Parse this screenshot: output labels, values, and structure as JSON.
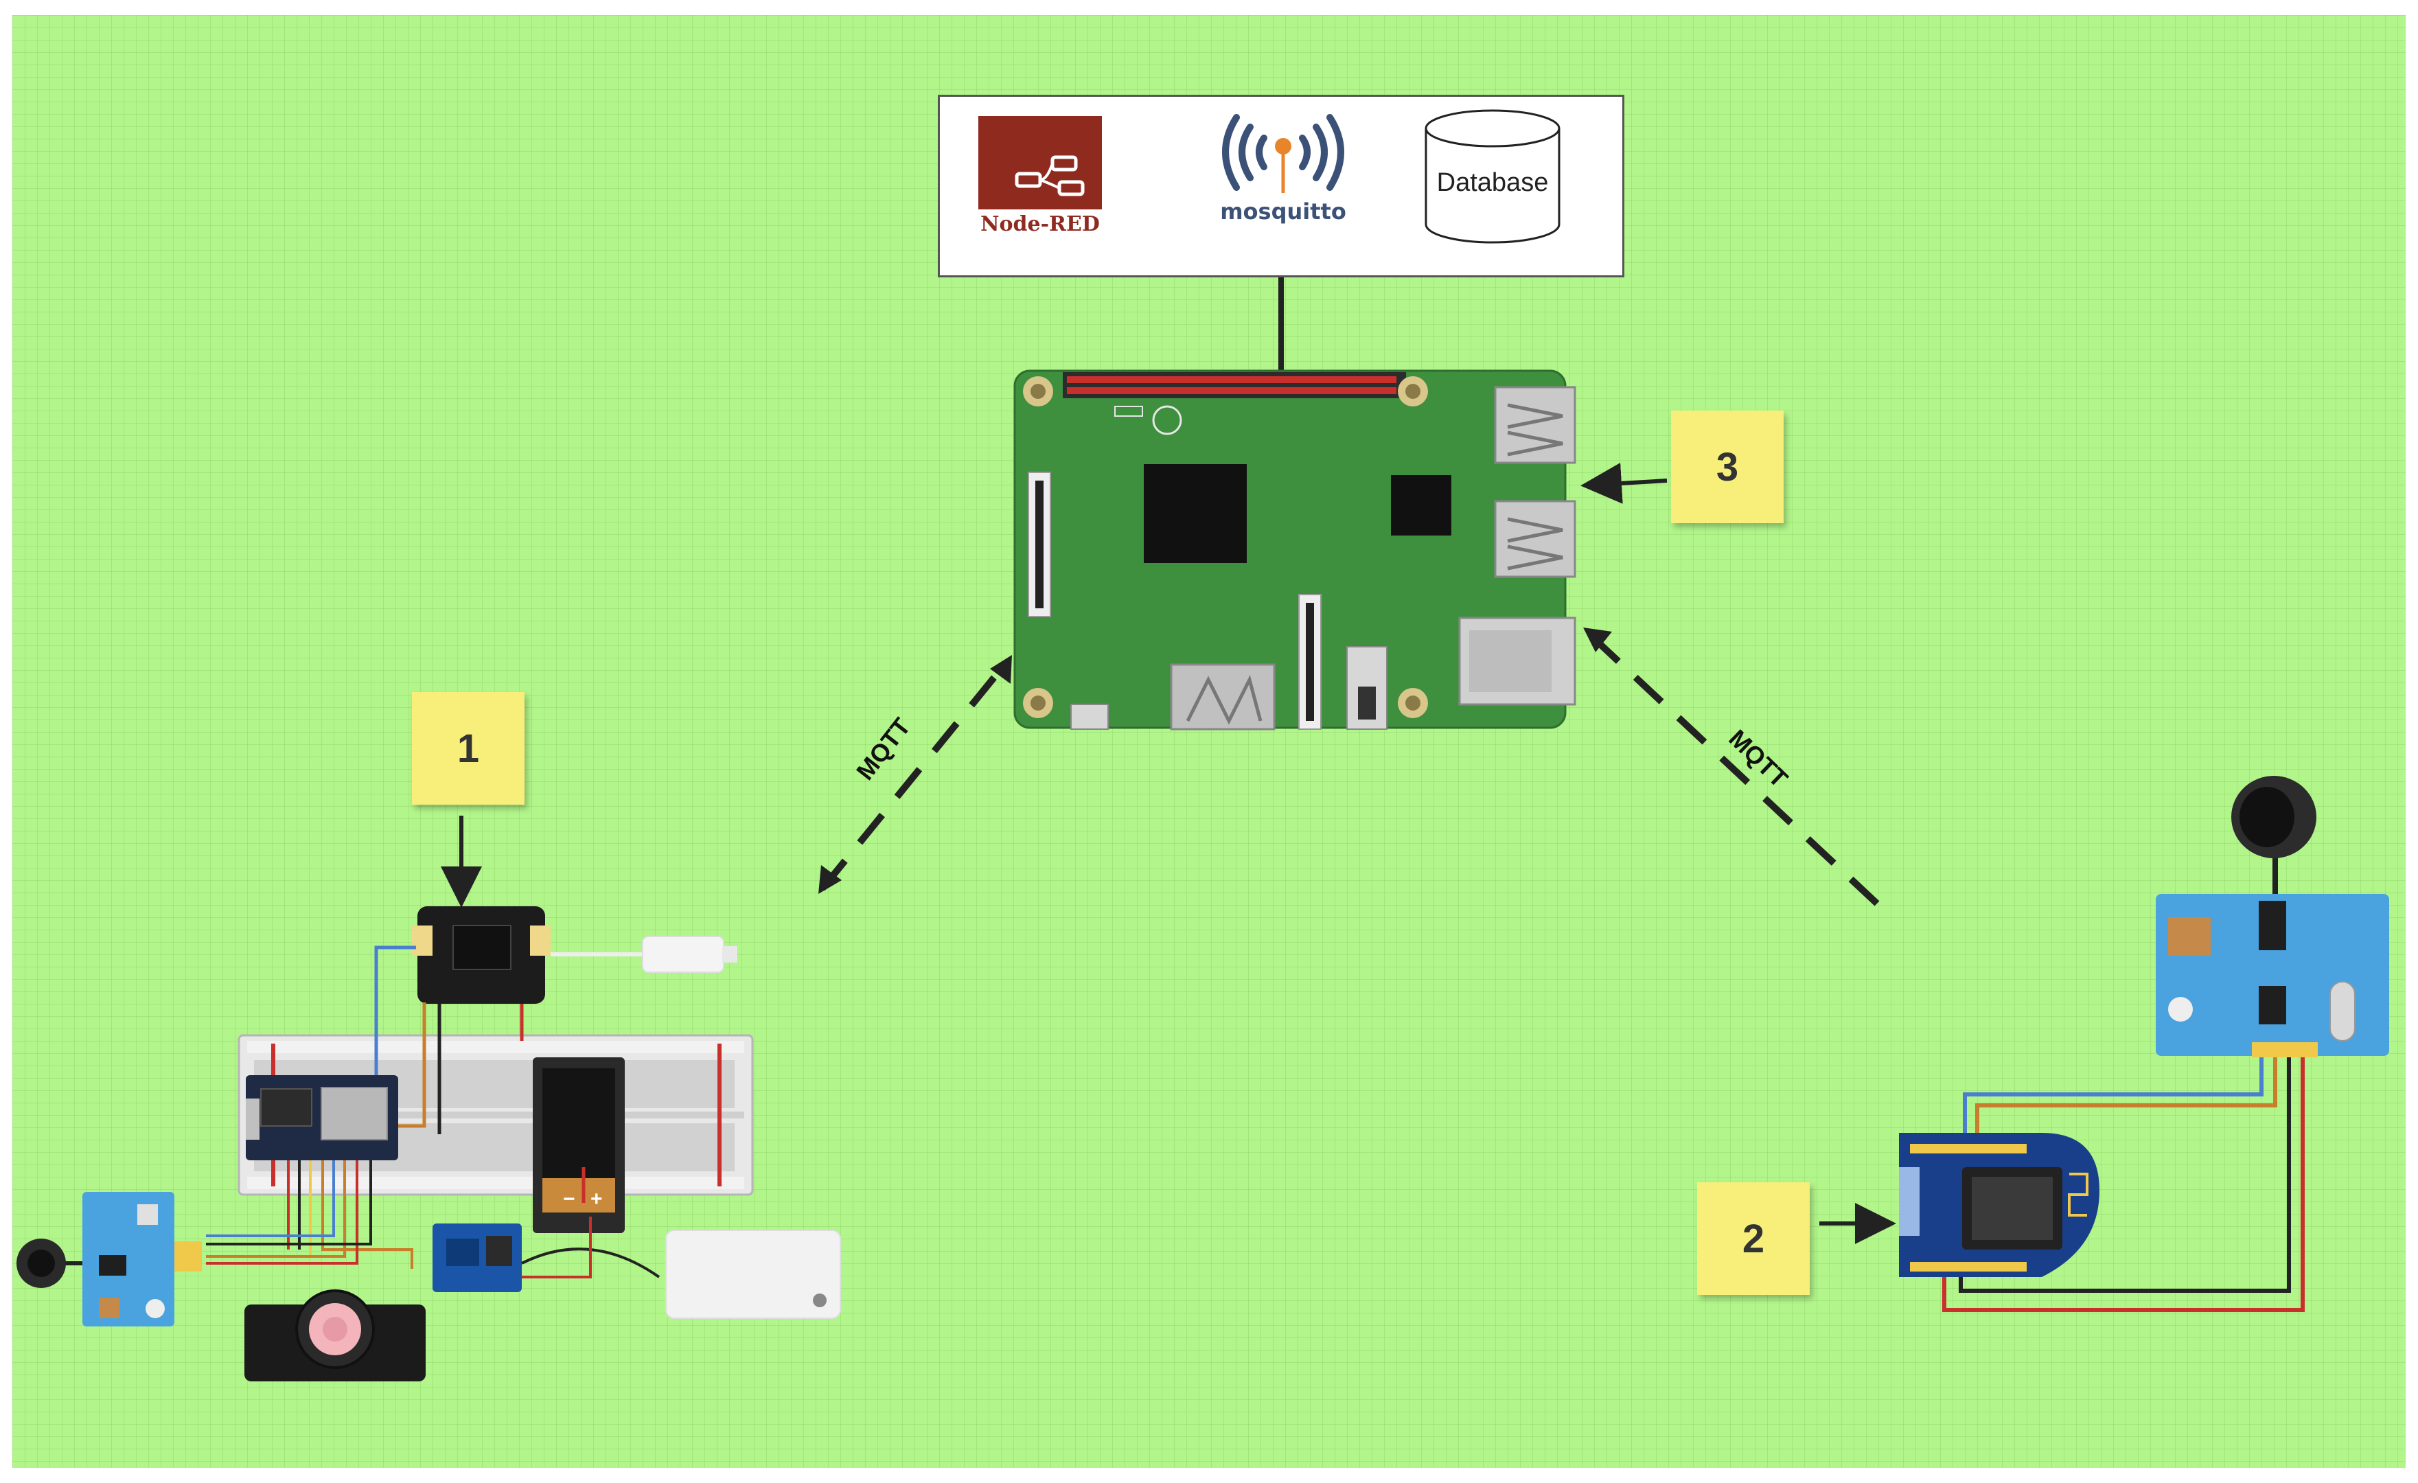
{
  "server": {
    "node_red_label": "Node-RED",
    "mosquitto_label": "mosquitto",
    "database_label": "Database"
  },
  "notes": {
    "one": "1",
    "two": "2",
    "three": "3"
  },
  "links": {
    "left_protocol": "MQTT",
    "right_protocol": "MQTT"
  },
  "colors": {
    "canvas": "#b2f58a",
    "sticky_note": "#f7ef79",
    "node_red": "#8f2a1f",
    "mosquitto": "#3c5177",
    "raspberry_pi_board": "#3e8f3e",
    "sensor_board": "#4aa3df",
    "microcontroller": "#1f2a44"
  }
}
